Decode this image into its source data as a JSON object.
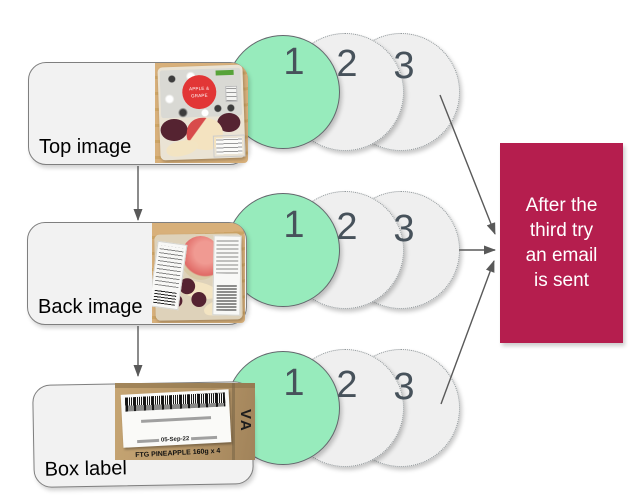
{
  "flow": {
    "steps": [
      {
        "label": "Top image",
        "tries": [
          "1",
          "2",
          "3"
        ]
      },
      {
        "label": "Back image",
        "tries": [
          "1",
          "2",
          "3"
        ]
      },
      {
        "label": "Box label",
        "tries": [
          "1",
          "2",
          "3"
        ]
      }
    ],
    "outcome": "After the third try an email is sent"
  },
  "photos": {
    "top_image": {
      "badge_line1": "APPLE &",
      "badge_line2": "GRAPE"
    },
    "box_label": {
      "product_line": "FTG PINEAPPLE 160g x 4",
      "use_by_date": "05-Sep-22",
      "side_text": "VA"
    }
  },
  "colors": {
    "try_success_fill": "#97ebbc",
    "try_pending_fill": "#efefef",
    "number_text": "#47525b",
    "step_box_fill": "#f2f2f2",
    "step_box_border": "#7f7f7f",
    "result_fill": "#b51e4e",
    "result_text": "#ffffff",
    "arrow": "#595959"
  }
}
